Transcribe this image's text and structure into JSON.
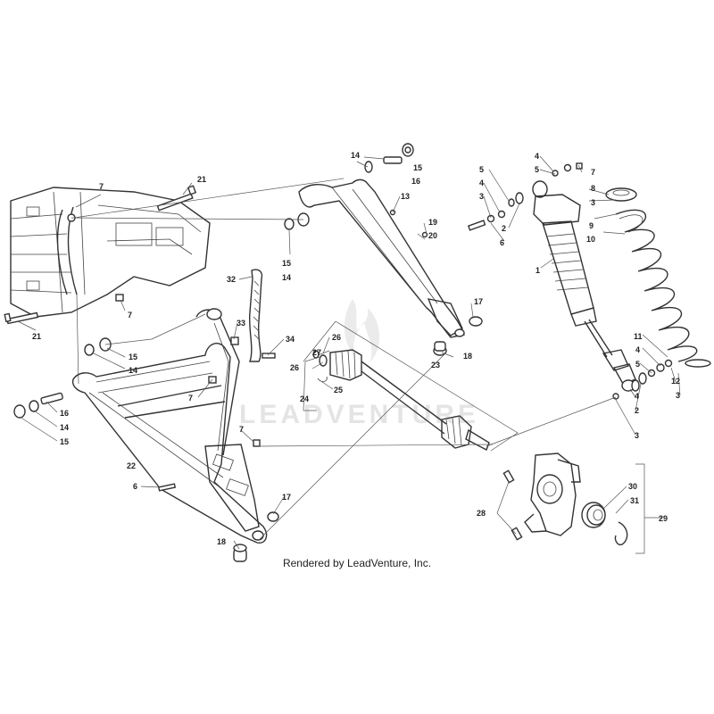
{
  "caption": "Rendered by LeadVenture, Inc.",
  "watermark": "LEADVENTURE",
  "callouts": [
    {
      "id": "c21a",
      "text": "21"
    },
    {
      "id": "c7a",
      "text": "7"
    },
    {
      "id": "c21b",
      "text": "21"
    },
    {
      "id": "c7b",
      "text": "7"
    },
    {
      "id": "c14a",
      "text": "14"
    },
    {
      "id": "c15a",
      "text": "15"
    },
    {
      "id": "c16a",
      "text": "16"
    },
    {
      "id": "c13",
      "text": "13"
    },
    {
      "id": "c19",
      "text": "19"
    },
    {
      "id": "c20",
      "text": "20"
    },
    {
      "id": "c15b",
      "text": "15"
    },
    {
      "id": "c14b",
      "text": "14"
    },
    {
      "id": "c17a",
      "text": "17"
    },
    {
      "id": "c18a",
      "text": "18"
    },
    {
      "id": "c23",
      "text": "23"
    },
    {
      "id": "c32",
      "text": "32"
    },
    {
      "id": "c33",
      "text": "33"
    },
    {
      "id": "c34",
      "text": "34"
    },
    {
      "id": "c15c",
      "text": "15"
    },
    {
      "id": "c14c",
      "text": "14"
    },
    {
      "id": "c7c",
      "text": "7"
    },
    {
      "id": "c16b",
      "text": "16"
    },
    {
      "id": "c14d",
      "text": "14"
    },
    {
      "id": "c15d",
      "text": "15"
    },
    {
      "id": "c22",
      "text": "22"
    },
    {
      "id": "c6a",
      "text": "6"
    },
    {
      "id": "c7d",
      "text": "7"
    },
    {
      "id": "c17b",
      "text": "17"
    },
    {
      "id": "c18b",
      "text": "18"
    },
    {
      "id": "c26a",
      "text": "26"
    },
    {
      "id": "c27",
      "text": "27"
    },
    {
      "id": "c26b",
      "text": "26"
    },
    {
      "id": "c24",
      "text": "24"
    },
    {
      "id": "c25",
      "text": "25"
    },
    {
      "id": "c28",
      "text": "28"
    },
    {
      "id": "c30",
      "text": "30"
    },
    {
      "id": "c31",
      "text": "31"
    },
    {
      "id": "c29",
      "text": "29"
    },
    {
      "id": "c4a",
      "text": "4"
    },
    {
      "id": "c5a",
      "text": "5"
    },
    {
      "id": "c7e",
      "text": "7"
    },
    {
      "id": "c8",
      "text": "8"
    },
    {
      "id": "c3a",
      "text": "3"
    },
    {
      "id": "c5b",
      "text": "5"
    },
    {
      "id": "c4b",
      "text": "4"
    },
    {
      "id": "c3b",
      "text": "3"
    },
    {
      "id": "c2a",
      "text": "2"
    },
    {
      "id": "c6b",
      "text": "6"
    },
    {
      "id": "c9",
      "text": "9"
    },
    {
      "id": "c10",
      "text": "10"
    },
    {
      "id": "c1",
      "text": "1"
    },
    {
      "id": "c11",
      "text": "11"
    },
    {
      "id": "c4c",
      "text": "4"
    },
    {
      "id": "c5c",
      "text": "5"
    },
    {
      "id": "c12",
      "text": "12"
    },
    {
      "id": "c3c",
      "text": "3"
    },
    {
      "id": "c4d",
      "text": "4"
    },
    {
      "id": "c2b",
      "text": "2"
    },
    {
      "id": "c3d",
      "text": "3"
    }
  ]
}
